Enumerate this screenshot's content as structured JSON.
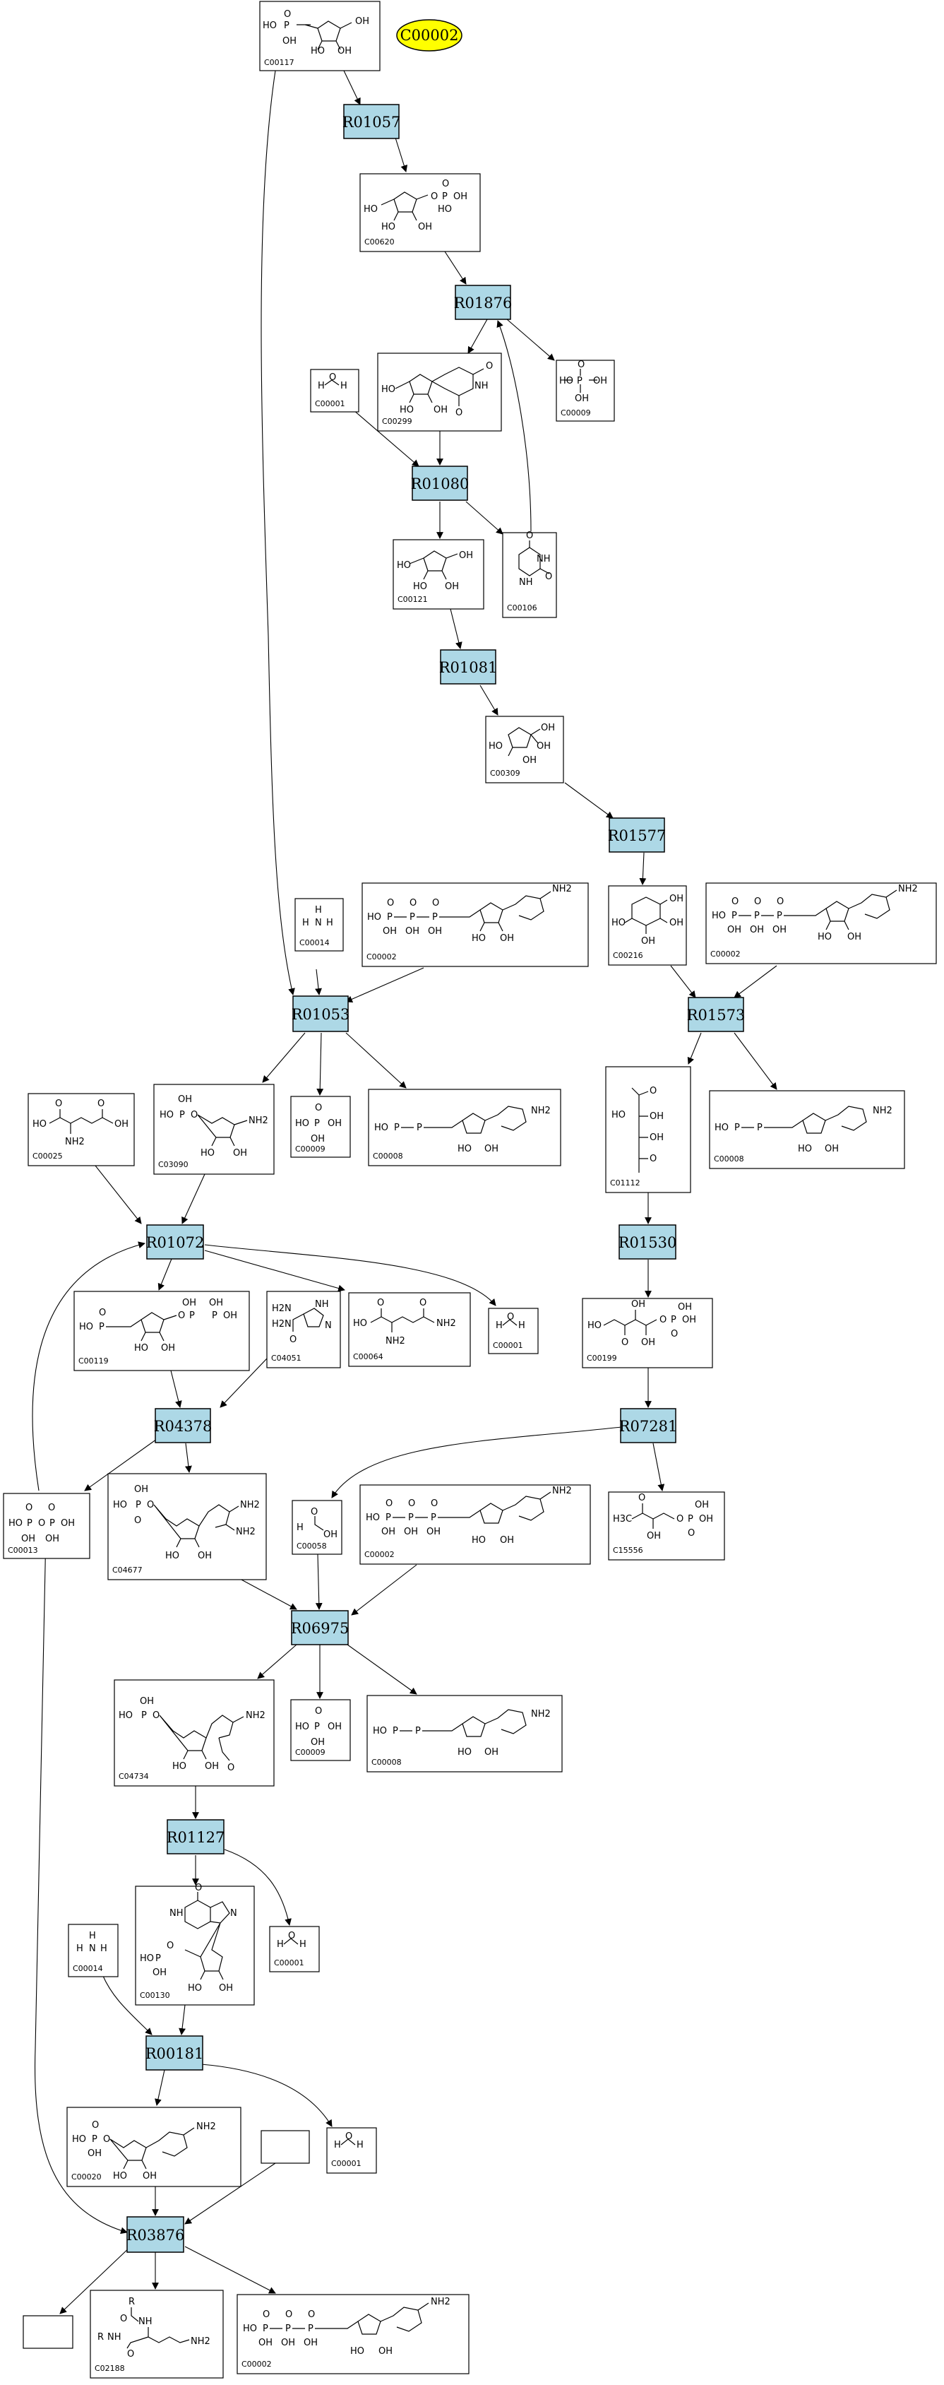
{
  "title": "C00002",
  "title_color": "#ffff00",
  "reaction_color": "#add8e6",
  "reactions": [
    {
      "id": "R01057"
    },
    {
      "id": "R01876"
    },
    {
      "id": "R01080"
    },
    {
      "id": "R01081"
    },
    {
      "id": "R01577"
    },
    {
      "id": "R01053"
    },
    {
      "id": "R01573"
    },
    {
      "id": "R01072"
    },
    {
      "id": "R01530"
    },
    {
      "id": "R04378"
    },
    {
      "id": "R07281"
    },
    {
      "id": "R06975"
    },
    {
      "id": "R01127"
    },
    {
      "id": "R00181"
    },
    {
      "id": "R03876"
    }
  ],
  "compounds": [
    {
      "key": "c00117",
      "id": "C00117"
    },
    {
      "key": "c00620",
      "id": "C00620"
    },
    {
      "key": "c00001a",
      "id": "C00001"
    },
    {
      "key": "c00299",
      "id": "C00299"
    },
    {
      "key": "c00009a",
      "id": "C00009"
    },
    {
      "key": "c00121",
      "id": "C00121"
    },
    {
      "key": "c00106",
      "id": "C00106"
    },
    {
      "key": "c00309",
      "id": "C00309"
    },
    {
      "key": "c00014a",
      "id": "C00014"
    },
    {
      "key": "c00002a",
      "id": "C00002"
    },
    {
      "key": "c00216",
      "id": "C00216"
    },
    {
      "key": "c00002b",
      "id": "C00002"
    },
    {
      "key": "c00025",
      "id": "C00025"
    },
    {
      "key": "c03090",
      "id": "C03090"
    },
    {
      "key": "c00009b",
      "id": "C00009"
    },
    {
      "key": "c00008a",
      "id": "C00008"
    },
    {
      "key": "c01112",
      "id": "C01112"
    },
    {
      "key": "c00008b",
      "id": "C00008"
    },
    {
      "key": "c00119",
      "id": "C00119"
    },
    {
      "key": "c04051",
      "id": "C04051"
    },
    {
      "key": "c00064",
      "id": "C00064"
    },
    {
      "key": "c00001b",
      "id": "C00001"
    },
    {
      "key": "c00199",
      "id": "C00199"
    },
    {
      "key": "c00013",
      "id": "C00013"
    },
    {
      "key": "c04677",
      "id": "C04677"
    },
    {
      "key": "c00058",
      "id": "C00058"
    },
    {
      "key": "c00002c",
      "id": "C00002"
    },
    {
      "key": "c15556",
      "id": "C15556"
    },
    {
      "key": "c04734",
      "id": "C04734"
    },
    {
      "key": "c00009c",
      "id": "C00009"
    },
    {
      "key": "c00008c",
      "id": "C00008"
    },
    {
      "key": "c00130",
      "id": "C00130"
    },
    {
      "key": "c00001c",
      "id": "C00001"
    },
    {
      "key": "c00014b",
      "id": "C00014"
    },
    {
      "key": "c00020",
      "id": "C00020"
    },
    {
      "key": "c00001d",
      "id": "C00001"
    },
    {
      "key": "empty1",
      "id": ""
    },
    {
      "key": "empty2",
      "id": ""
    },
    {
      "key": "c02188",
      "id": "C02188"
    },
    {
      "key": "c00002d",
      "id": "C00002"
    }
  ],
  "atom_labels": {
    "oh": "OH",
    "ho": "HO",
    "o": "O",
    "p": "P",
    "h": "H",
    "n": "N",
    "nh": "NH",
    "nh2": "NH2",
    "h2n": "H2N",
    "r": "R",
    "h3c": "H3C"
  }
}
